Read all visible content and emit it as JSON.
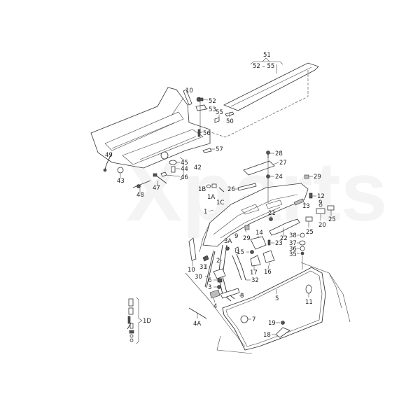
{
  "diagram": {
    "title": "Rear lid / trunk lid exploded parts diagram",
    "watermark": "Xparts",
    "labels": [
      {
        "id": "51",
        "text": "51"
      },
      {
        "id": "52-55",
        "text": "52 – 55"
      },
      {
        "id": "10a",
        "text": "10"
      },
      {
        "id": "52",
        "text": "52"
      },
      {
        "id": "53",
        "text": "53"
      },
      {
        "id": "55",
        "text": "55"
      },
      {
        "id": "50",
        "text": "50"
      },
      {
        "id": "56",
        "text": "56"
      },
      {
        "id": "57",
        "text": "57"
      },
      {
        "id": "49",
        "text": "49"
      },
      {
        "id": "45",
        "text": "45"
      },
      {
        "id": "44",
        "text": "44"
      },
      {
        "id": "42",
        "text": "42"
      },
      {
        "id": "46",
        "text": "46"
      },
      {
        "id": "43",
        "text": "43"
      },
      {
        "id": "47",
        "text": "47"
      },
      {
        "id": "48",
        "text": "48"
      },
      {
        "id": "28",
        "text": "28"
      },
      {
        "id": "27",
        "text": "27"
      },
      {
        "id": "24",
        "text": "24"
      },
      {
        "id": "29a",
        "text": "29"
      },
      {
        "id": "26",
        "text": "26"
      },
      {
        "id": "1B",
        "text": "1B"
      },
      {
        "id": "1A",
        "text": "1A"
      },
      {
        "id": "1C",
        "text": "1C"
      },
      {
        "id": "12",
        "text": "12"
      },
      {
        "id": "13",
        "text": "13"
      },
      {
        "id": "1",
        "text": "1"
      },
      {
        "id": "21",
        "text": "21"
      },
      {
        "id": "9a",
        "text": "9"
      },
      {
        "id": "25a",
        "text": "25"
      },
      {
        "id": "20",
        "text": "20"
      },
      {
        "id": "25b",
        "text": "25"
      },
      {
        "id": "22",
        "text": "22"
      },
      {
        "id": "14",
        "text": "14"
      },
      {
        "id": "29b",
        "text": "29"
      },
      {
        "id": "38",
        "text": "38"
      },
      {
        "id": "3A",
        "text": "3A"
      },
      {
        "id": "9b",
        "text": "9"
      },
      {
        "id": "23",
        "text": "23"
      },
      {
        "id": "37",
        "text": "37"
      },
      {
        "id": "15",
        "text": "15"
      },
      {
        "id": "36",
        "text": "36"
      },
      {
        "id": "35",
        "text": "35"
      },
      {
        "id": "2",
        "text": "2"
      },
      {
        "id": "17",
        "text": "17"
      },
      {
        "id": "16",
        "text": "16"
      },
      {
        "id": "10b",
        "text": "10"
      },
      {
        "id": "31",
        "text": "31"
      },
      {
        "id": "30",
        "text": "30"
      },
      {
        "id": "6",
        "text": "6"
      },
      {
        "id": "32",
        "text": "32"
      },
      {
        "id": "3",
        "text": "3"
      },
      {
        "id": "8",
        "text": "8"
      },
      {
        "id": "5",
        "text": "5"
      },
      {
        "id": "11",
        "text": "11"
      },
      {
        "id": "4",
        "text": "4"
      },
      {
        "id": "1D",
        "text": "1D"
      },
      {
        "id": "4A",
        "text": "4A"
      },
      {
        "id": "7",
        "text": "7"
      },
      {
        "id": "19",
        "text": "19"
      },
      {
        "id": "18",
        "text": "18"
      }
    ]
  }
}
